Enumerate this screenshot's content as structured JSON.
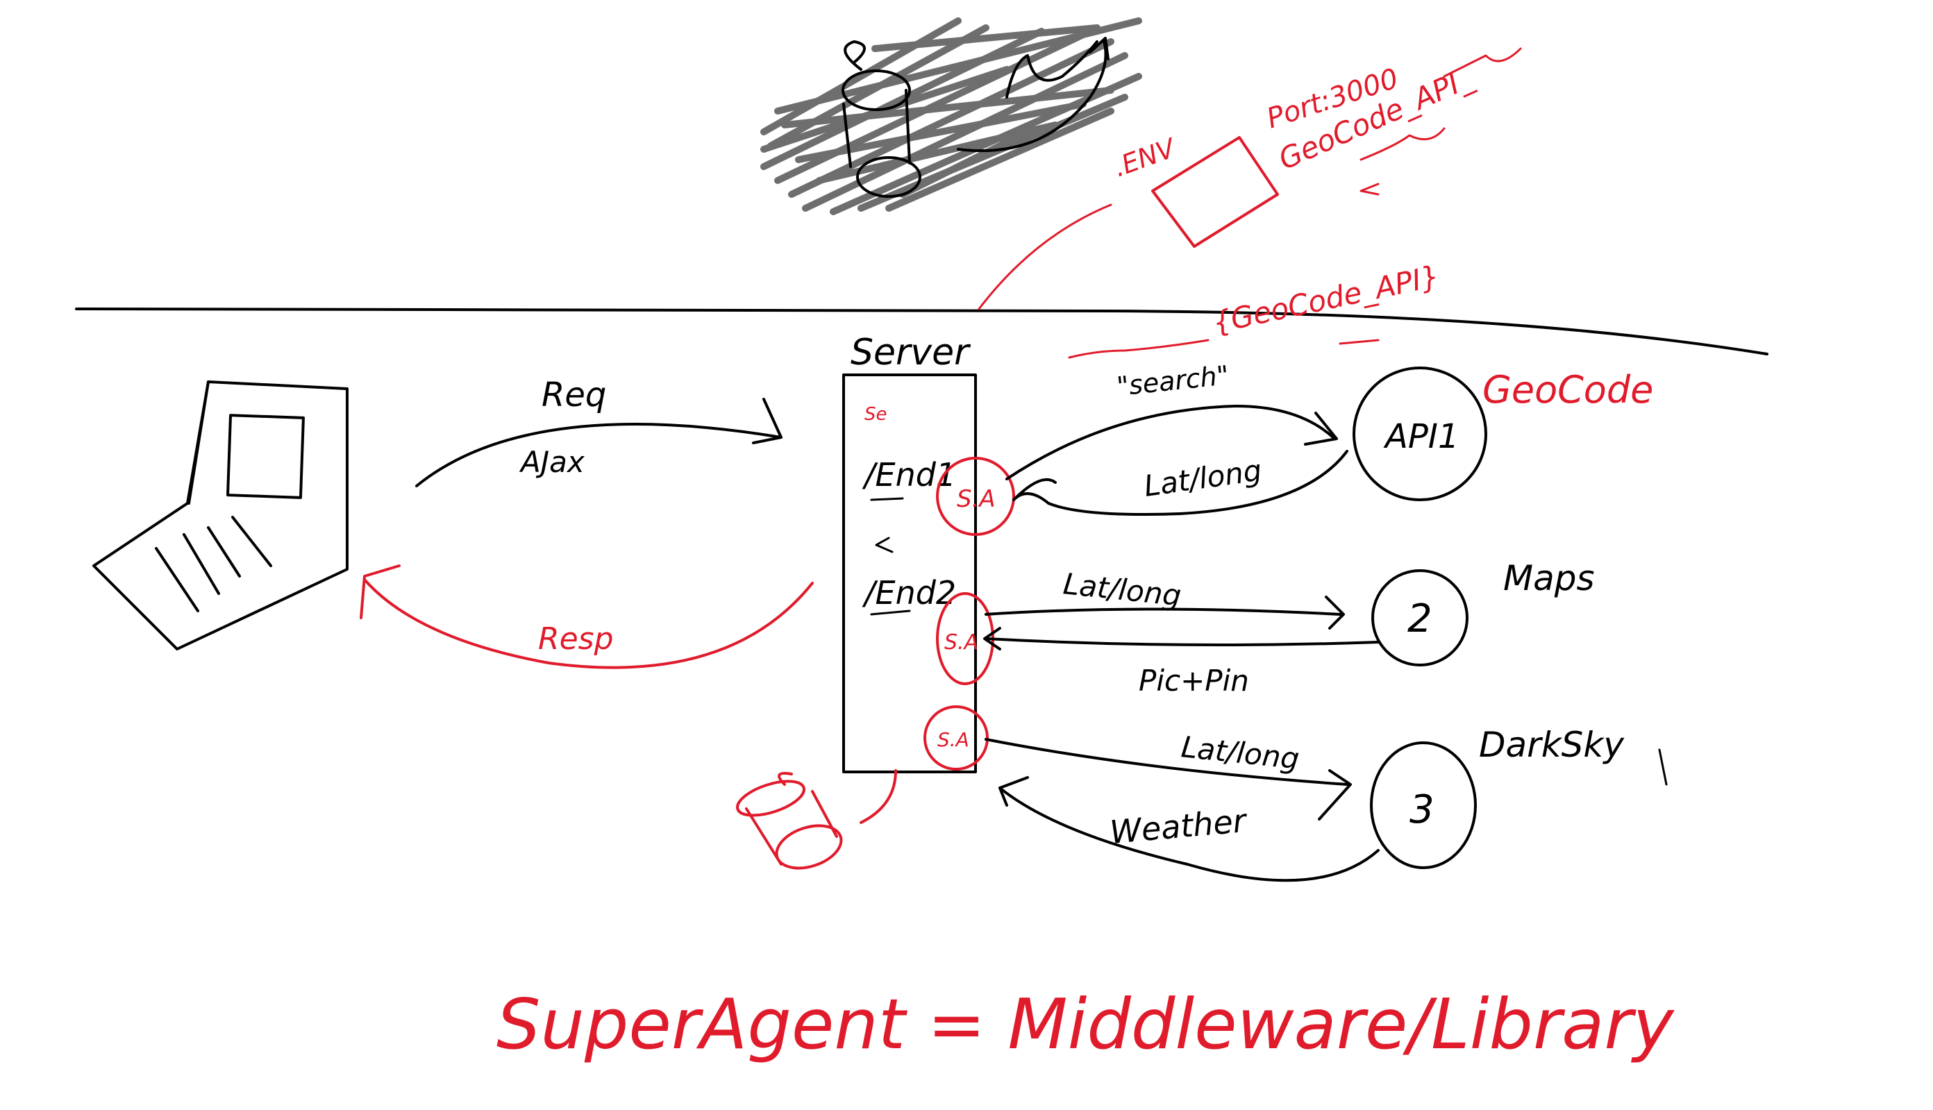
{
  "labels": {
    "server": "Server",
    "se": "Se",
    "end1": "/End1",
    "end2": "/End2",
    "req": "Req",
    "ajax": "AJax",
    "resp": "Resp",
    "search": "\"search\"",
    "latlong_1": "Lat/long",
    "latlong_2": "Lat/long",
    "latlong_3": "Lat/long",
    "pic_pin": "Pic+Pin",
    "weather": "Weather",
    "sa_1": "S.A",
    "sa_2": "S.A",
    "sa_3": "S.A",
    "api_1": "API1",
    "api_2": "2",
    "api_3": "3",
    "geocode": "GeoCode",
    "maps": "Maps",
    "darksky": "DarkSky",
    "env": ".ENV",
    "port": "Port:3000",
    "geocode_api_env": "GeoCode_API_",
    "geocode_api_var": "{GeoCode_API}",
    "footer": "SuperAgent = Middleware/Library"
  },
  "colors": {
    "ink": "#000000",
    "accent": "#e01b2b",
    "scribble": "#555555",
    "background": "#ffffff"
  }
}
